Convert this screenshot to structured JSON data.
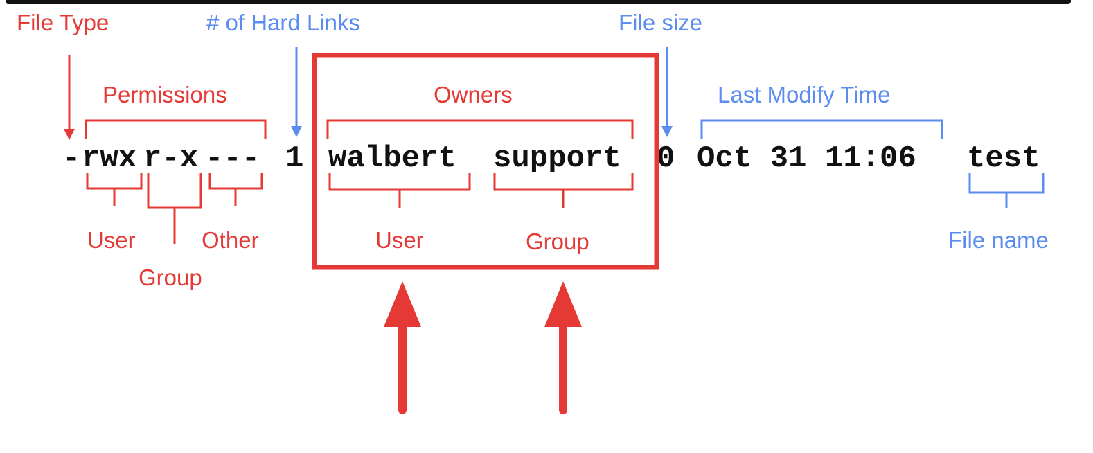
{
  "colors": {
    "red": "#e53935",
    "blue": "#5b8def",
    "text": "#111111"
  },
  "command_line": {
    "file_type": "-",
    "perm_user": "rwx",
    "perm_group": "r-x",
    "perm_other": "---",
    "hard_links": "1",
    "owner_user": "walbert",
    "owner_group": "support",
    "file_size": "0",
    "modify_time": "Oct 31 11:06",
    "file_name": "test"
  },
  "labels": {
    "file_type": "File Type",
    "hard_links": "# of Hard Links",
    "file_size": "File size",
    "permissions": "Permissions",
    "owners": "Owners",
    "last_modify_time": "Last Modify Time",
    "perm_user": "User",
    "perm_group": "Group",
    "perm_other": "Other",
    "owner_user": "User",
    "owner_group": "Group",
    "file_name": "File name"
  }
}
